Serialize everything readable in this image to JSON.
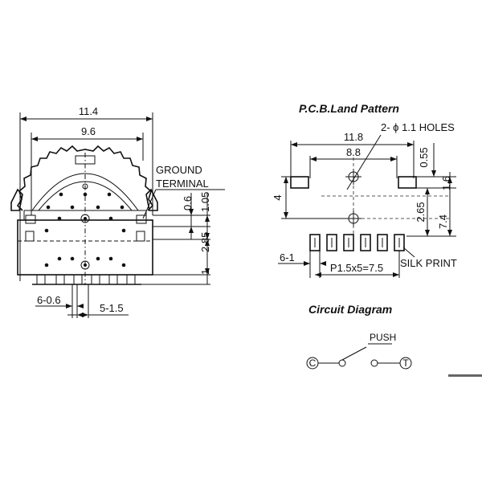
{
  "side_view": {
    "dim_overall_width": "11.4",
    "dim_inner_width": "9.6",
    "ground_terminal_line1": "GROUND",
    "ground_terminal_line2": "TERMINAL",
    "dim_0_6": "0.6",
    "dim_1_05": "1.05",
    "dim_2_85": "2.85",
    "dim_1": "1",
    "dim_6_0_6": "6-0.6",
    "dim_5_1_5": "5-1.5"
  },
  "pcb": {
    "title": "P.C.B.Land Pattern",
    "holes": "2- ϕ 1.1 HOLES",
    "dim_11_8": "11.8",
    "dim_8_8": "8.8",
    "dim_0_55": "0.55",
    "dim_4": "4",
    "dim_1_6": "1.6",
    "dim_2_65": "2.65",
    "dim_7_4": "7.4",
    "dim_6_1": "6-1",
    "pitch": "P1.5x5=7.5",
    "silk": "SILK PRINT"
  },
  "circuit": {
    "title": "Circuit Diagram",
    "push": "PUSH",
    "terminal_c": "C",
    "terminal_t": "T"
  }
}
